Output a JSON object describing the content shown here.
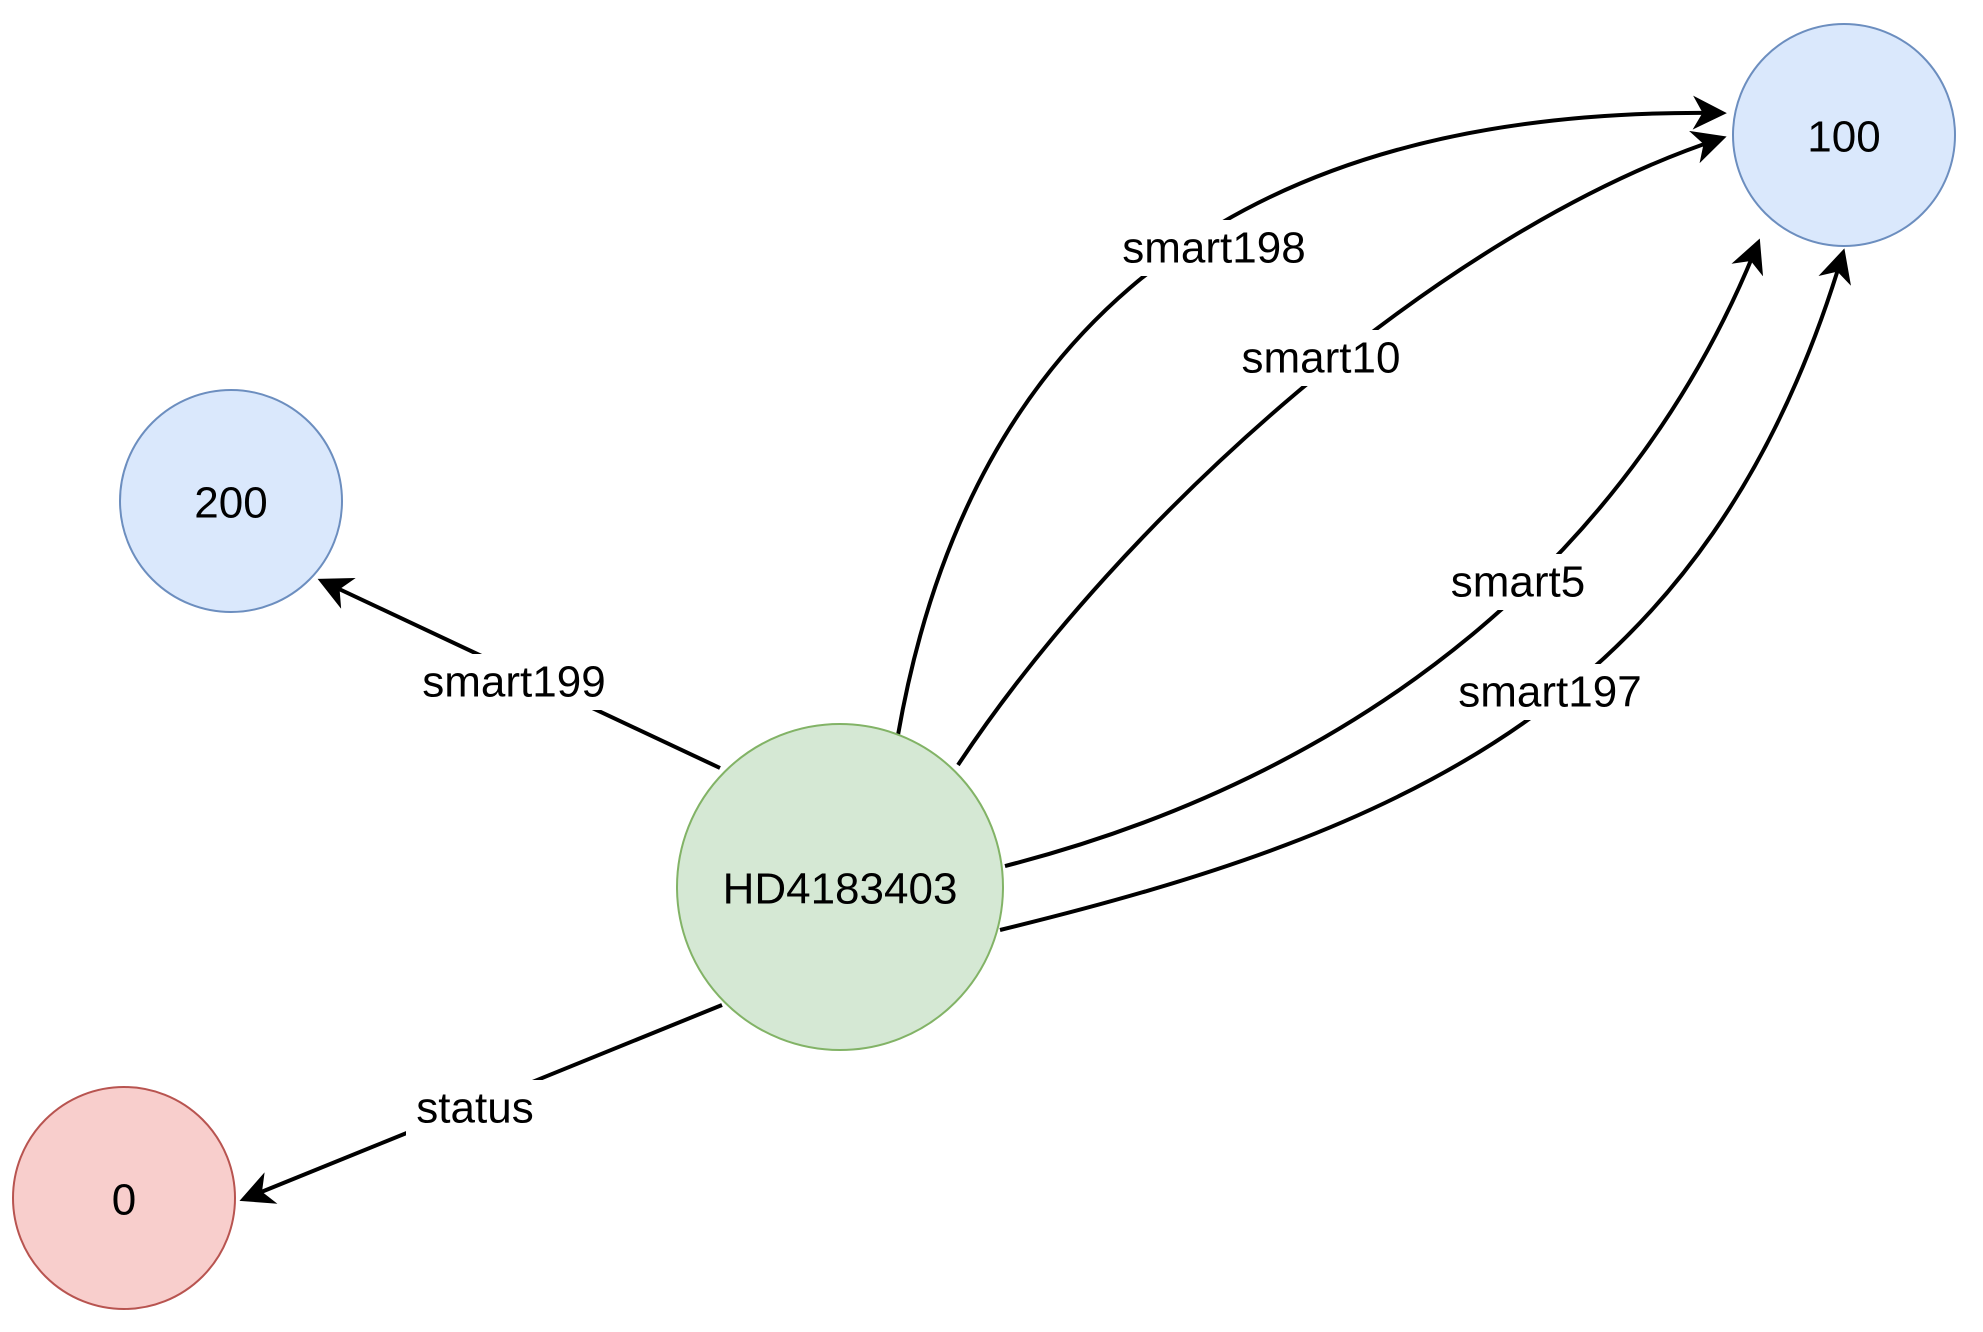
{
  "diagram": {
    "nodes": {
      "hd": {
        "label": "HD4183403",
        "fill": "#d5e8d4",
        "stroke": "#82b366"
      },
      "n100": {
        "label": "100",
        "fill": "#dae8fc",
        "stroke": "#6c8ebf"
      },
      "n200": {
        "label": "200",
        "fill": "#dae8fc",
        "stroke": "#6c8ebf"
      },
      "n0": {
        "label": "0",
        "fill": "#f8cecc",
        "stroke": "#b85450"
      }
    },
    "edges": {
      "smart198": {
        "label": "smart198",
        "from": "HD4183403",
        "to": "100"
      },
      "smart10": {
        "label": "smart10",
        "from": "HD4183403",
        "to": "100"
      },
      "smart5": {
        "label": "smart5",
        "from": "HD4183403",
        "to": "100"
      },
      "smart197": {
        "label": "smart197",
        "from": "HD4183403",
        "to": "100"
      },
      "smart199": {
        "label": "smart199",
        "from": "HD4183403",
        "to": "200"
      },
      "status": {
        "label": "status",
        "from": "HD4183403",
        "to": "0"
      }
    }
  }
}
